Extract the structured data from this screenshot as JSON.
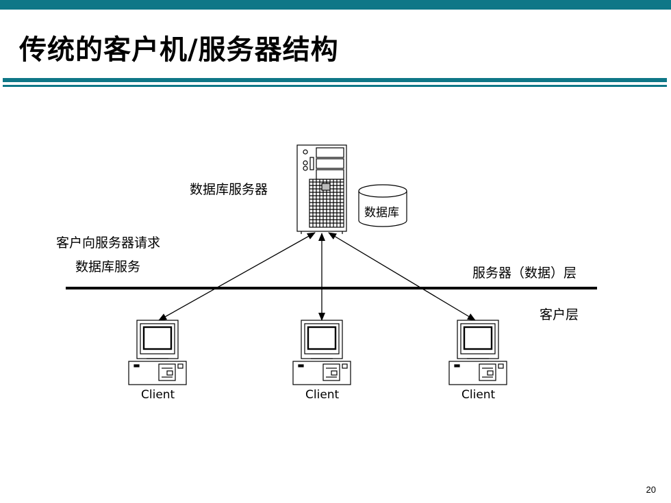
{
  "slide": {
    "title": "传统的客户机/服务器结构",
    "page_number": "20"
  },
  "diagram": {
    "server_label": "数据库服务器",
    "database_label": "数据库",
    "request_label_line1": "客户向服务器请求",
    "request_label_line2": "数据库服务",
    "server_layer_label": "服务器（数据）层",
    "client_layer_label": "客户层",
    "clients": [
      "Client",
      "Client",
      "Client"
    ]
  },
  "colors": {
    "accent": "#0e7787"
  }
}
